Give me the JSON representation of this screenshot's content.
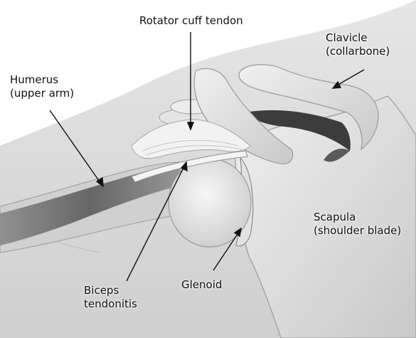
{
  "labels": {
    "rotator": {
      "line1": "Rotator cuff tendon"
    },
    "humerus": {
      "line1": "Humerus",
      "line2": "(upper arm)"
    },
    "clavicle": {
      "line1": "Clavicle",
      "line2": "(collarbone)"
    },
    "scapula": {
      "line1": "Scapula",
      "line2": "(shoulder blade)"
    },
    "biceps": {
      "line1": "Biceps",
      "line2": "tendonitis"
    },
    "glenoid": {
      "line1": "Glenoid"
    }
  },
  "colors": {
    "background": "#ffffff",
    "skin": "#dcdcdc",
    "bone_light": "#ececec",
    "bone_mid": "#c8c8c8",
    "muscle_dark": "#6a6a6a",
    "tendon": "#f2f2f2",
    "ligament_dark": "#3c3c3c",
    "leader_line": "#111111"
  }
}
